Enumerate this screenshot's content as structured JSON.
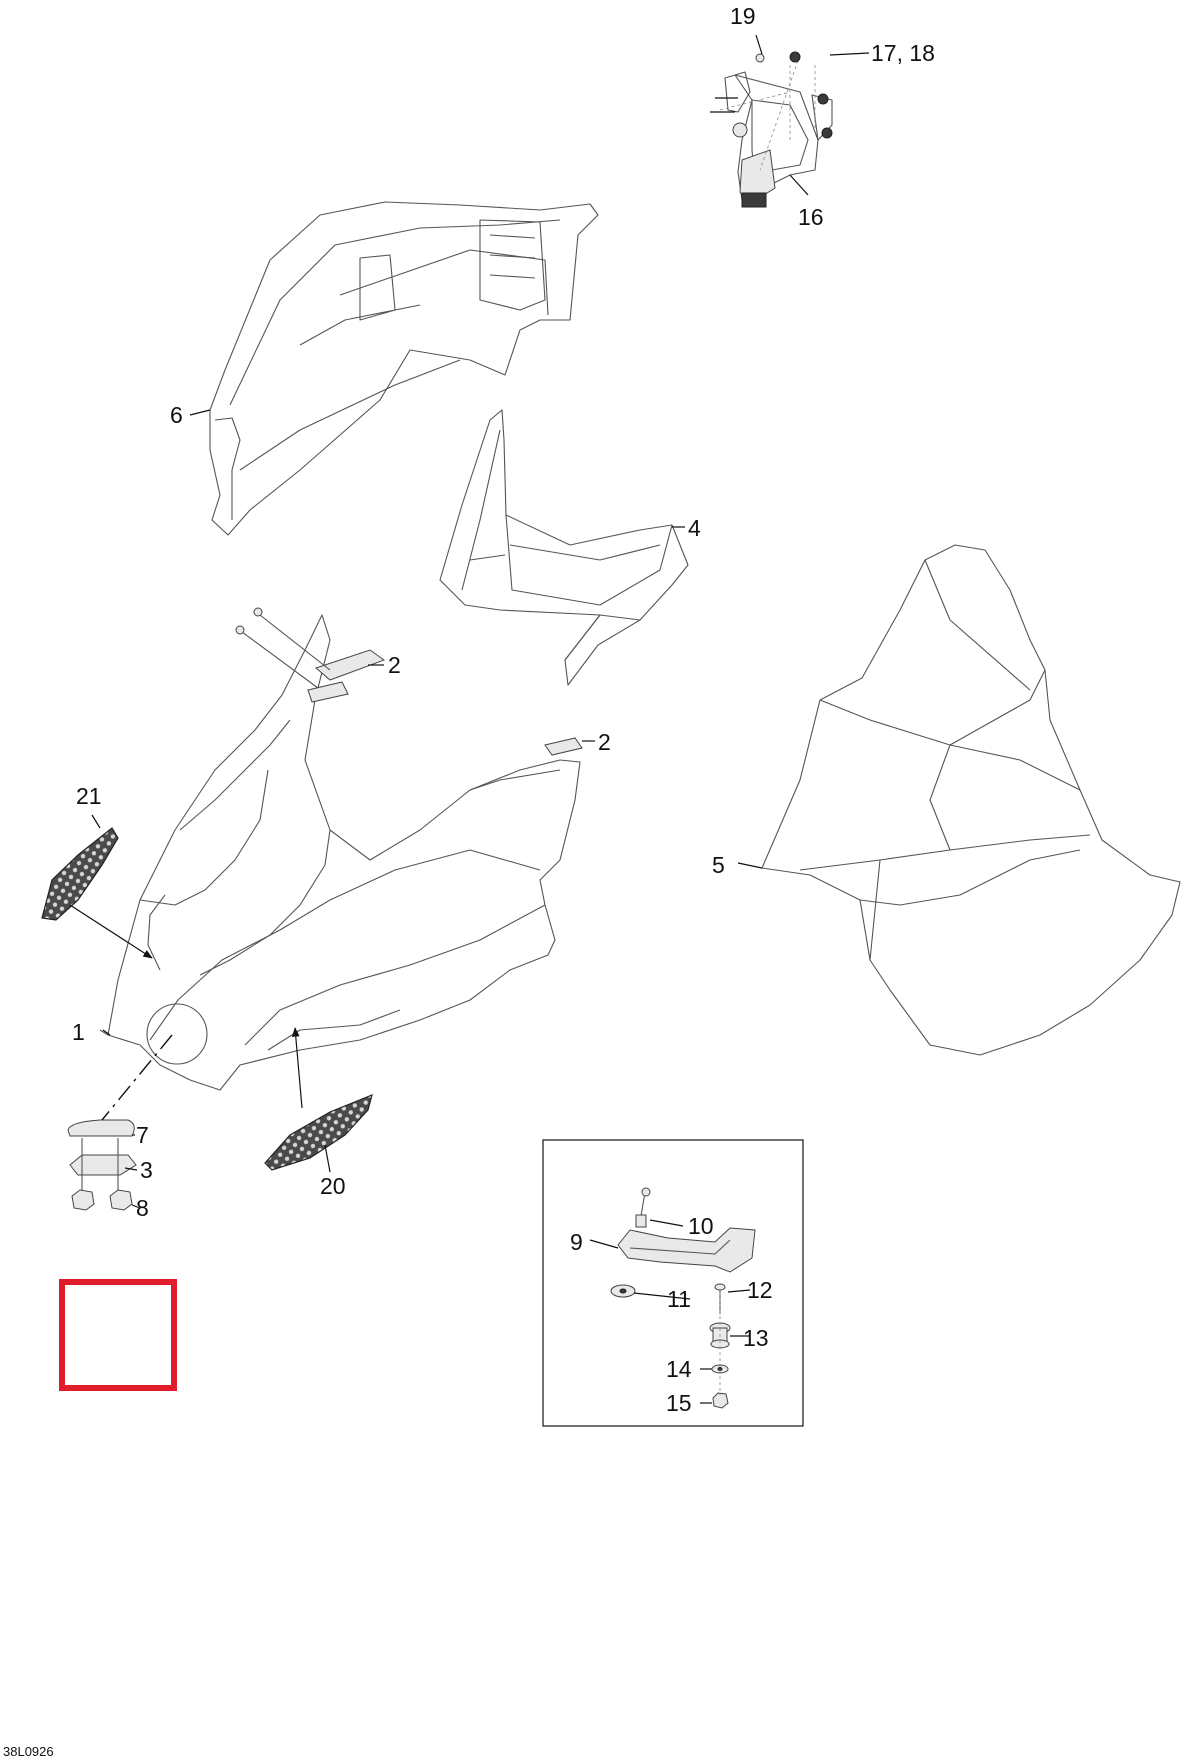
{
  "diagram": {
    "figure_code": "38L0926",
    "highlight_color": "#e01e2b",
    "callouts": [
      {
        "id": "c1",
        "label": "1"
      },
      {
        "id": "c2a",
        "label": "2"
      },
      {
        "id": "c2b",
        "label": "2"
      },
      {
        "id": "c3",
        "label": "3"
      },
      {
        "id": "c4",
        "label": "4"
      },
      {
        "id": "c5",
        "label": "5"
      },
      {
        "id": "c6",
        "label": "6"
      },
      {
        "id": "c7",
        "label": "7"
      },
      {
        "id": "c8",
        "label": "8"
      },
      {
        "id": "c9",
        "label": "9"
      },
      {
        "id": "c10",
        "label": "10"
      },
      {
        "id": "c11",
        "label": "11"
      },
      {
        "id": "c12",
        "label": "12"
      },
      {
        "id": "c13",
        "label": "13"
      },
      {
        "id": "c14",
        "label": "14"
      },
      {
        "id": "c15",
        "label": "15"
      },
      {
        "id": "c16",
        "label": "16"
      },
      {
        "id": "c17",
        "label": "17, 18"
      },
      {
        "id": "c19",
        "label": "19"
      },
      {
        "id": "c20",
        "label": "20"
      },
      {
        "id": "c21",
        "label": "21"
      }
    ]
  }
}
